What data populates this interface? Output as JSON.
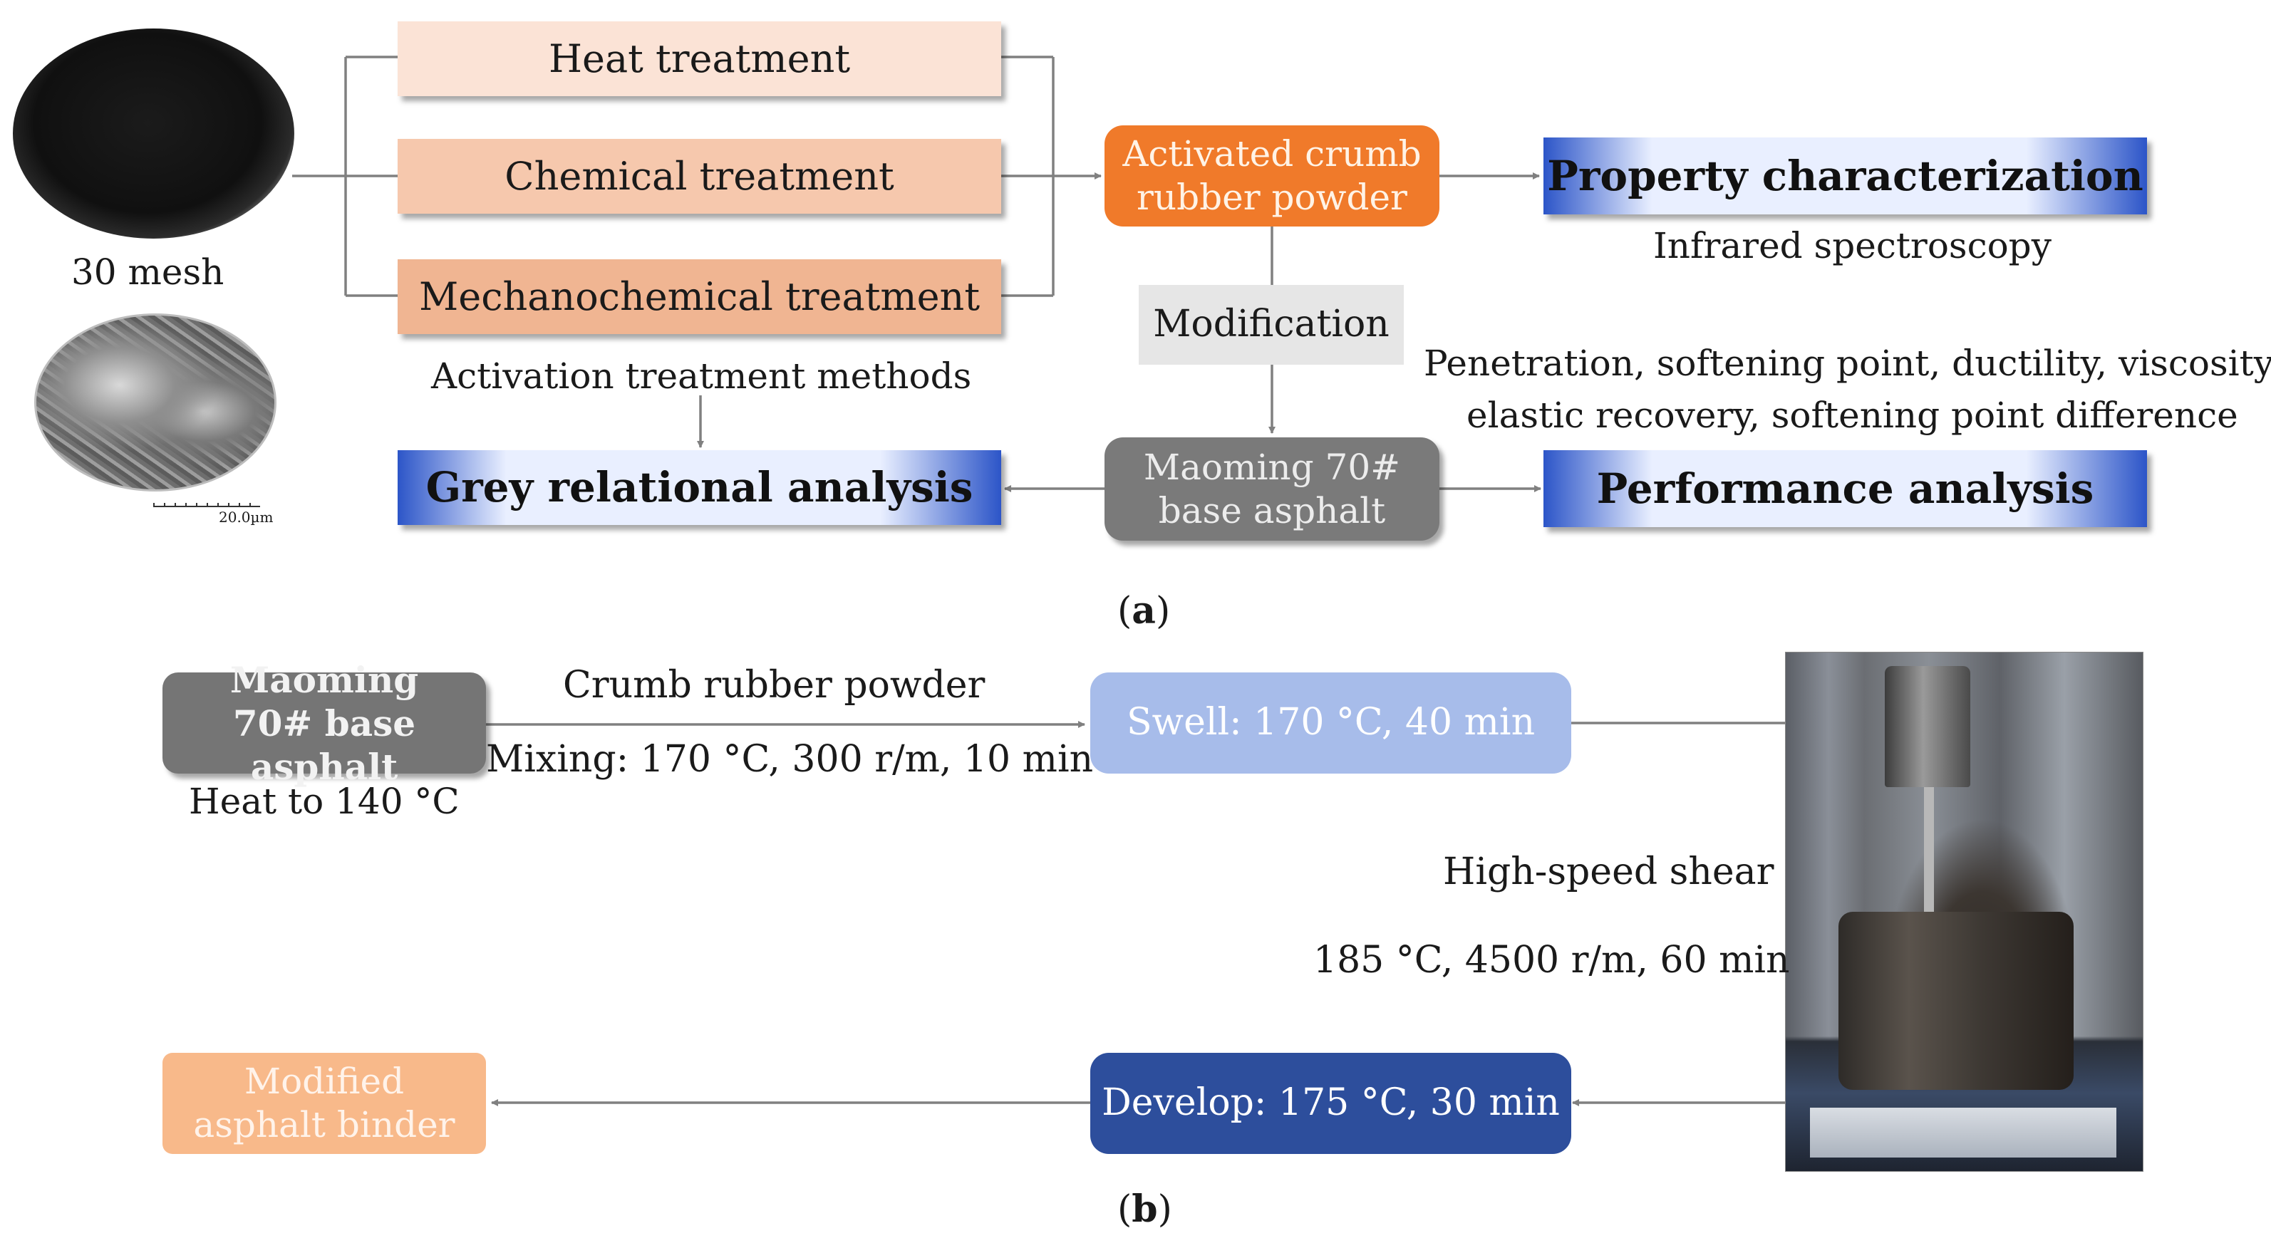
{
  "panel_a": {
    "caption": "a",
    "mesh_label": "30 mesh",
    "scale_label": "20.0µm",
    "methods": [
      "Heat treatment",
      "Chemical treatment",
      "Mechanochemical treatment"
    ],
    "methods_label": "Activation treatment methods",
    "activated": "Activated crumb rubber powder",
    "modification": "Modification",
    "base_asphalt": "Maoming 70# base asphalt",
    "grey_relational": "Grey relational analysis",
    "property_char": "Property characterization",
    "infrared": "Infrared spectroscopy",
    "perf_line1": "Penetration, softening point, ductility, viscosity",
    "perf_line2": "elastic recovery, softening point difference",
    "performance": "Performance analysis"
  },
  "panel_b": {
    "caption": "b",
    "base_asphalt": "Maoming 70# base asphalt",
    "heat": "Heat to 140 °C",
    "crumb": "Crumb rubber powder",
    "mixing": "Mixing: 170 °C, 300 r/m, 10 min",
    "swell": "Swell: 170 °C, 40 min",
    "shear_label": "High-speed shear",
    "shear_params": "185 °C, 4500 r/m, 60 min",
    "develop": "Develop: 175 °C, 30 min",
    "modified": "Modified asphalt binder"
  }
}
